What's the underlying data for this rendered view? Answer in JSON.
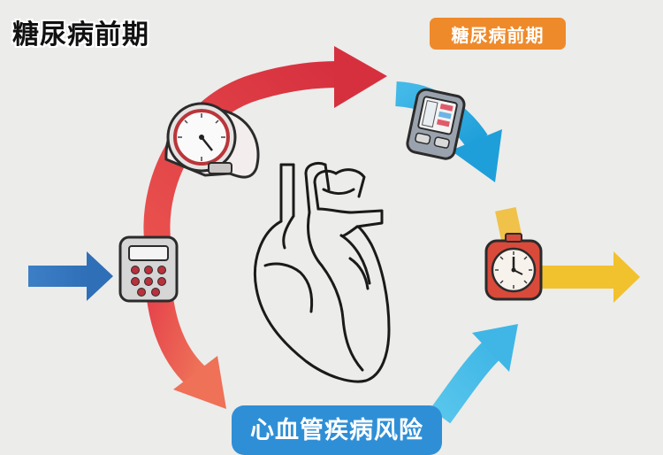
{
  "labels": {
    "top_left_title": "糖尿病前期",
    "top_right_badge": "糖尿病前期",
    "bottom_banner": "心血管疾病风险"
  },
  "colors": {
    "background": "#ececea",
    "arrow_red": "#de3b45",
    "arrow_blue": "#2aa8df",
    "arrow_input_blue": "#3b7fc4",
    "arrow_output_yellow": "#f2c12e",
    "badge_orange": "#ef8a2a",
    "banner_blue": "#2f8fd6"
  },
  "icons": [
    "heart-outline-icon",
    "pressure-gauge-icon",
    "calculator-icon",
    "glucose-meter-icon",
    "timer-clock-icon"
  ]
}
